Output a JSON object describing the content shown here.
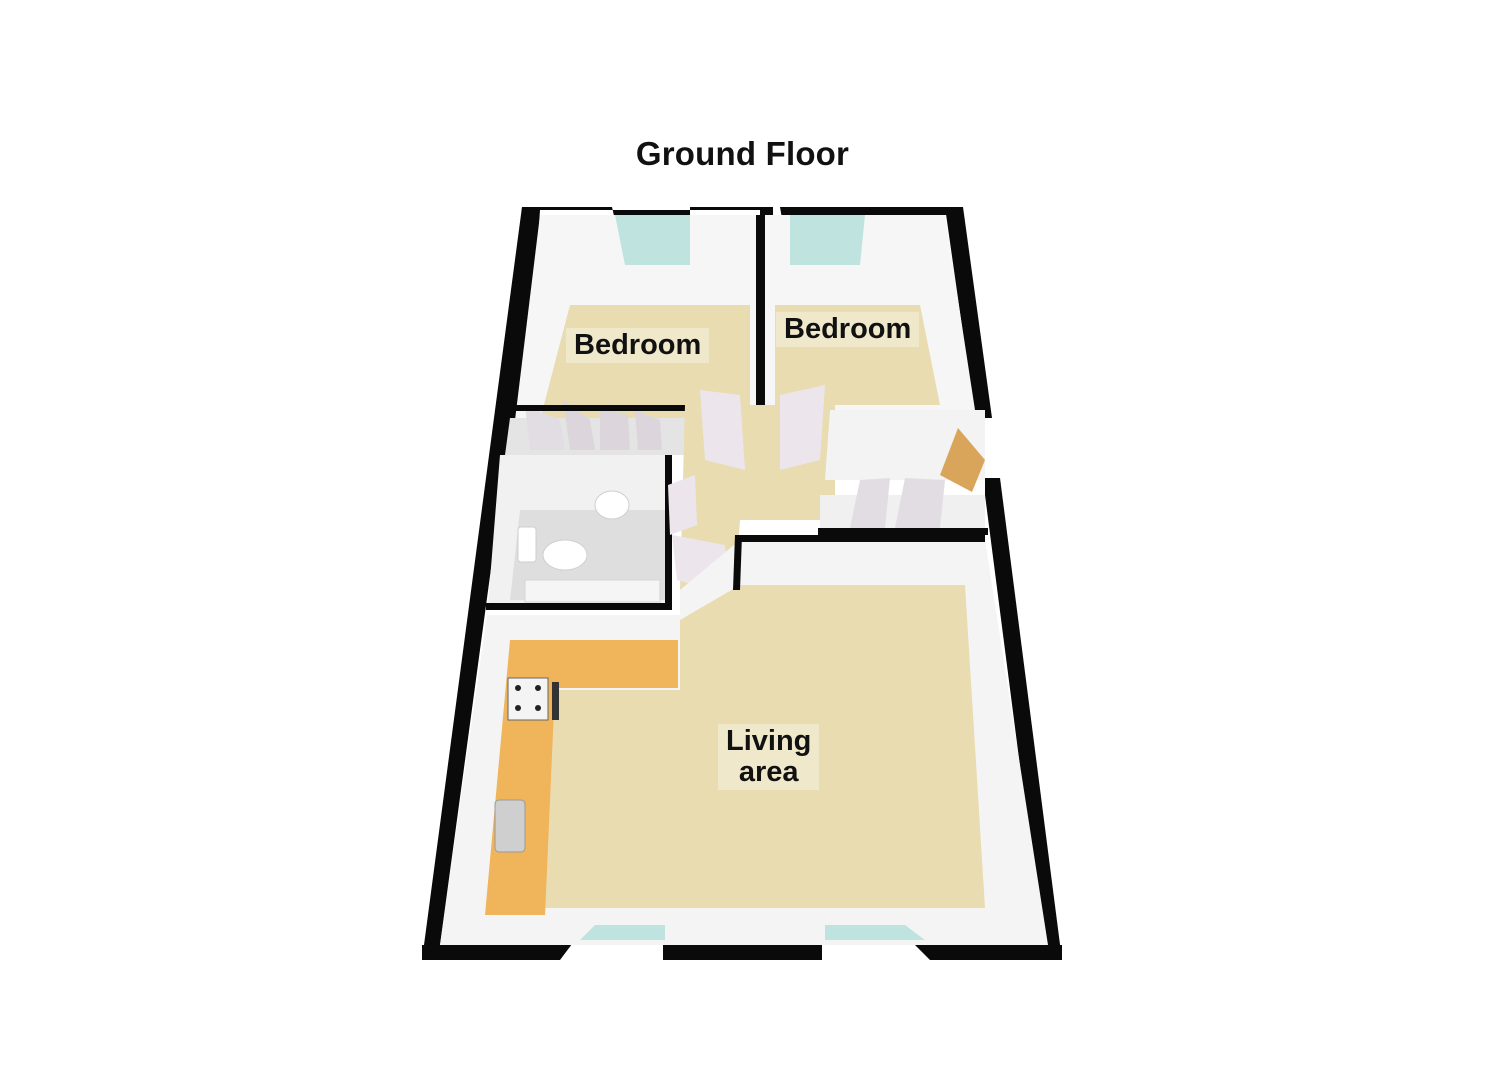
{
  "title": "Ground Floor",
  "rooms": [
    {
      "id": "bedroom-1",
      "label": "Bedroom"
    },
    {
      "id": "bedroom-2",
      "label": "Bedroom"
    },
    {
      "id": "bathroom",
      "label": ""
    },
    {
      "id": "hallway",
      "label": ""
    },
    {
      "id": "living-area",
      "label_line1": "Living",
      "label_line2": "area"
    }
  ],
  "colors": {
    "wall": "#0a0a0a",
    "wall_inner": "#f4f4f4",
    "floor_carpet": "#e8dcb0",
    "kitchen_counter": "#f0b45a",
    "bathroom_tile": "#dedede",
    "window_glass": "#bfe3df",
    "front_door": "#d9a55a",
    "internal_door": "#e9e4e8"
  }
}
